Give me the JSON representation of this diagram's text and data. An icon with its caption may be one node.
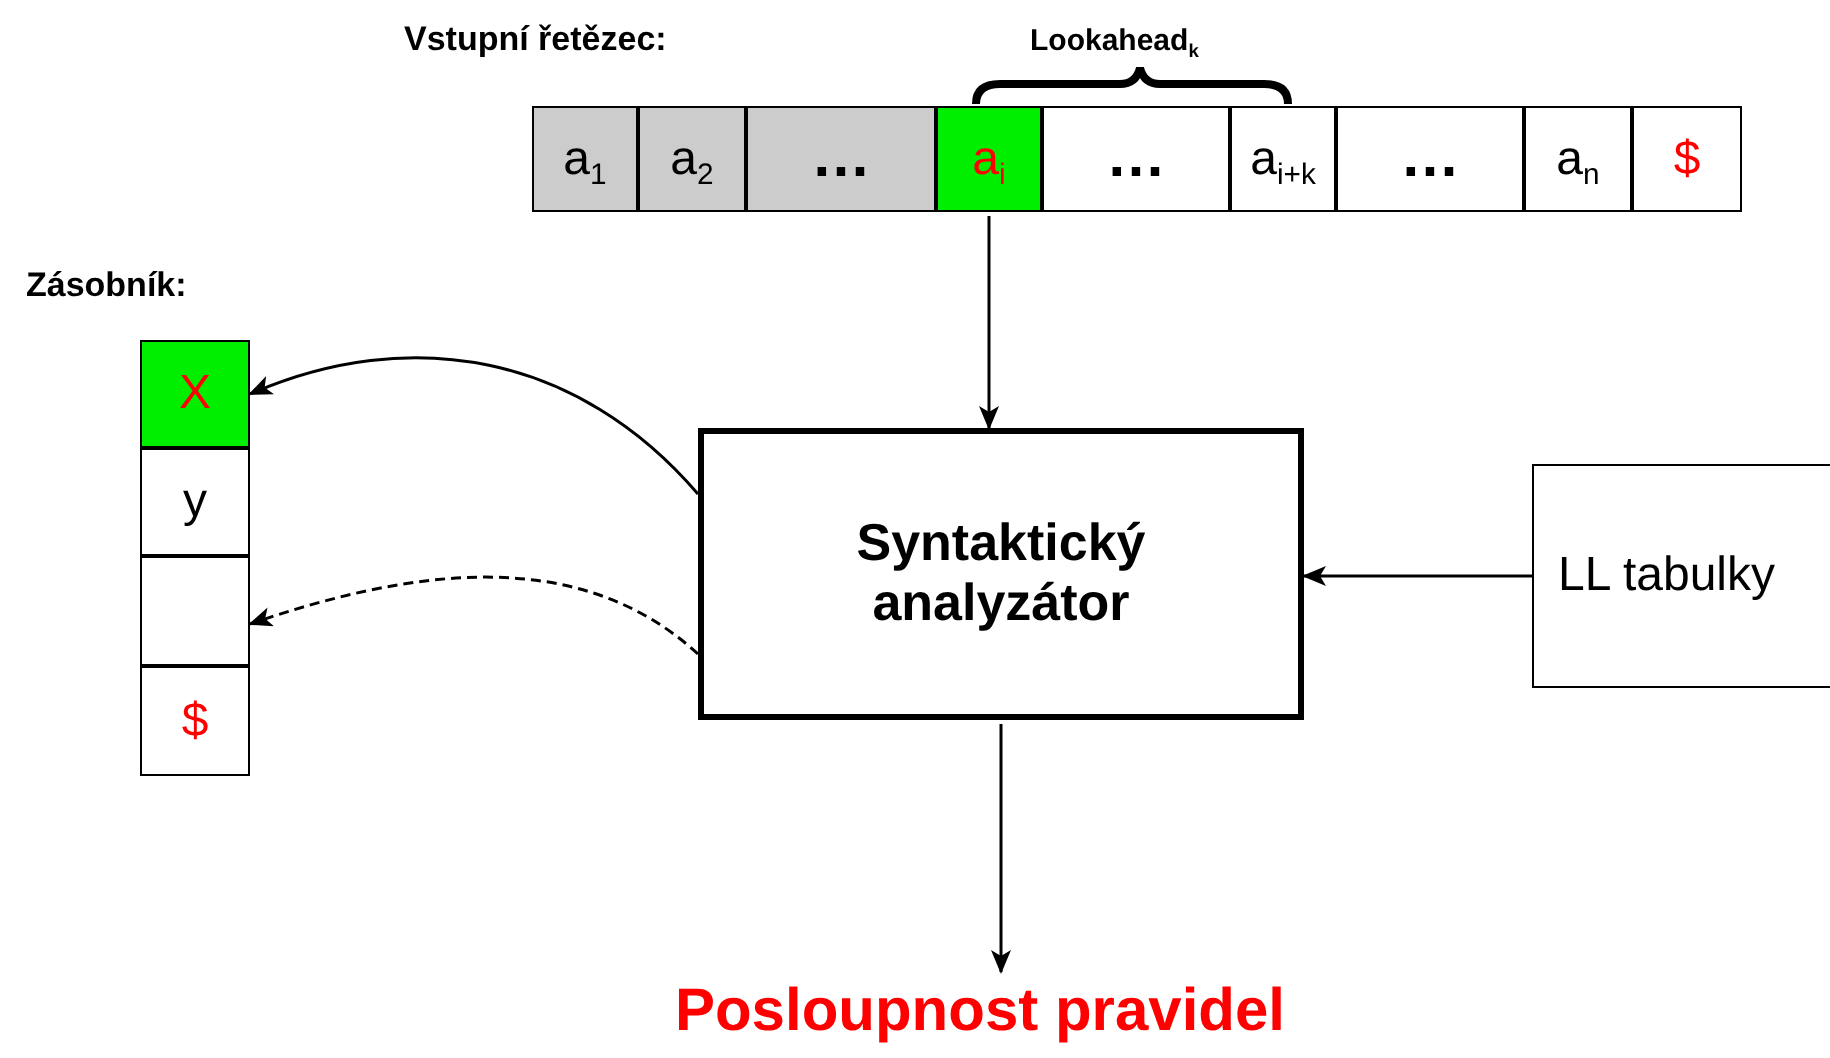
{
  "diagram": {
    "nodes": [
      {
        "text": [
          "a$_{1}$"
        ]
      },
      {
        "text": [
          "a$_{2}$"
        ]
      },
      {
        "text": [
          "…"
        ]
      },
      {
        "text": [
          "a$_{i}$"
        ]
      },
      {
        "text": [
          "…"
        ]
      },
      {
        "text": [
          "a$_{i+k}$"
        ]
      },
      {
        "text": [
          "…"
        ]
      },
      {
        "text": [
          "a$_{n}$"
        ]
      },
      {
        "text": [
          "$"
        ]
      },
      {
        "text": [
          "X"
        ]
      },
      {
        "text": [
          "y"
        ]
      },
      {
        "text": [],
        "shape": "box"
      },
      {
        "text": [
          "$"
        ]
      },
      {
        "text": [
          "Syntaktický analyzátor"
        ]
      },
      {
        "text": [
          "LL tabulky"
        ]
      },
      {
        "text": [
          "Posloupnost pravidel"
        ]
      }
    ],
    "edges": [
      {
        "from": 3,
        "to": 13,
        "arrow": "to"
      },
      {
        "from": 13,
        "to": 9,
        "arrow": "to"
      },
      {
        "from": 13,
        "to": 11,
        "arrow": "to",
        "style": "dashed"
      },
      {
        "from": 14,
        "to": 13,
        "arrow": "to"
      },
      {
        "from": 13,
        "to": 15,
        "arrow": "to"
      }
    ],
    "labels": [
      "Vstupní řetězec:",
      "Lookahead$_{k}$",
      "Zásobník:"
    ]
  }
}
